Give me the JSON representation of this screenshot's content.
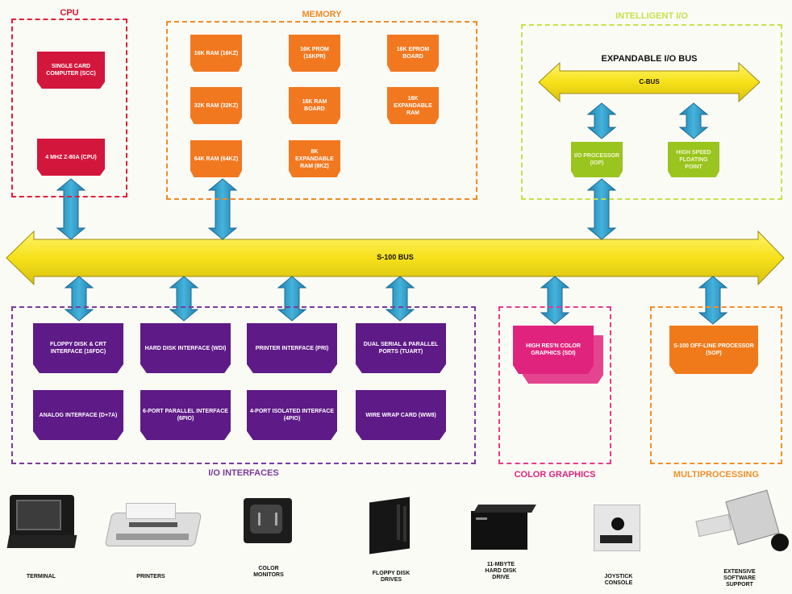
{
  "groups": {
    "cpu": {
      "title": "CPU",
      "color": "#e0203a"
    },
    "memory": {
      "title": "MEMORY",
      "color": "#f08a24"
    },
    "intelligent_io": {
      "title": "INTELLIGENT I/O",
      "color": "#c8e04a"
    },
    "io_interfaces": {
      "title": "I/O INTERFACES",
      "color": "#7a3a9c"
    },
    "color_graphics": {
      "title": "COLOR GRAPHICS",
      "color": "#e83a8a"
    },
    "multiprocessing": {
      "title": "MULTIPROCESSING",
      "color": "#f0902a"
    }
  },
  "buses": {
    "s100": "S-100 BUS",
    "expandable_title": "EXPANDABLE I/O BUS",
    "cbus": "C-BUS"
  },
  "cpu_cards": [
    "SINGLE CARD COMPUTER (SCC)",
    "4 MHZ Z-80A (CPU)"
  ],
  "memory_cards": [
    "16K RAM (16KZ)",
    "16K PROM (16KPR)",
    "16K EPROM BOARD",
    "32K RAM (32KZ)",
    "16K RAM BOARD",
    "16K EXPANDABLE RAM",
    "64K RAM (64KZ)",
    "8K EXPANDABLE RAM (8KZ)"
  ],
  "intelligent_cards": [
    "I/O PROCESSOR (IOP)",
    "HIGH SPEED FLOATING POINT"
  ],
  "io_cards": [
    "FLOPPY DISK & CRT INTERFACE (16FDC)",
    "HARD DISK INTERFACE (WDI)",
    "PRINTER INTERFACE (PRI)",
    "DUAL SERIAL & PARALLEL PORTS (TUART)",
    "ANALOG INTERFACE (D+7A)",
    "6-PORT PARALLEL INTERFACE (6PIO)",
    "4-PORT ISOLATED INTERFACE (4PIO)",
    "WIRE WRAP CARD (WW8)"
  ],
  "graphics_card": "HIGH RES'N COLOR GRAPHICS (SDI)",
  "multiproc_card": "S-100 OFF-LINE PROCESSOR (SOP)",
  "devices": [
    {
      "name": "terminal",
      "label": "TERMINAL"
    },
    {
      "name": "printers",
      "label": "PRINTERS"
    },
    {
      "name": "color-monitors",
      "label": "COLOR\nMONITORS"
    },
    {
      "name": "floppy-disk-drives",
      "label": "FLOPPY DISK\nDRIVES"
    },
    {
      "name": "hard-disk-drive",
      "label": "11-MBYTE\nHARD DISK\nDRIVE"
    },
    {
      "name": "joystick-console",
      "label": "JOYSTICK\nCONSOLE"
    },
    {
      "name": "software-support",
      "label": "EXTENSIVE\nSOFTWARE\nSUPPORT"
    }
  ],
  "colors": {
    "bus_yellow": "#f6e51c",
    "bus_outline": "#9a8a10",
    "connector_blue": "#2e9ac8"
  }
}
